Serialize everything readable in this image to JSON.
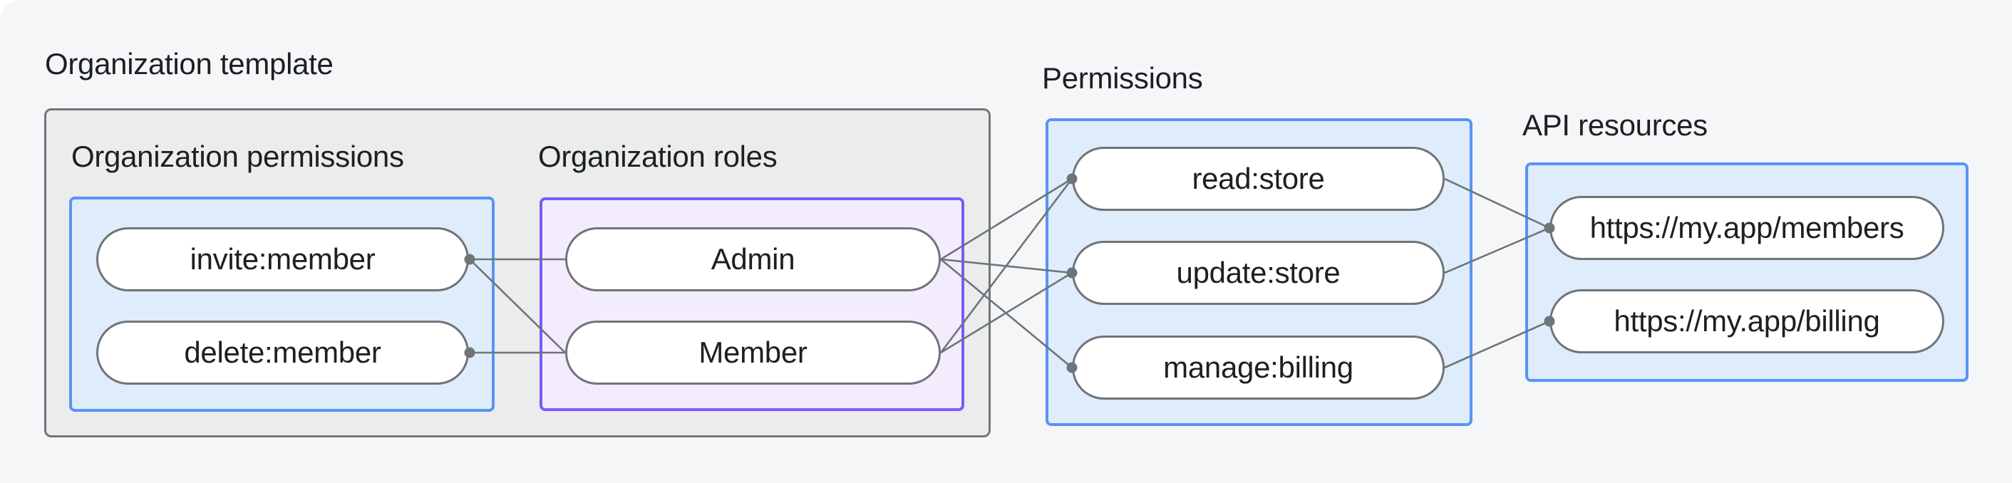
{
  "diagram": {
    "title": "Organization template",
    "sections": {
      "org_permissions": {
        "label": "Organization permissions",
        "items": [
          {
            "id": "invite",
            "label": "invite:member"
          },
          {
            "id": "delete",
            "label": "delete:member"
          }
        ]
      },
      "org_roles": {
        "label": "Organization roles",
        "items": [
          {
            "id": "admin",
            "label": "Admin"
          },
          {
            "id": "member",
            "label": "Member"
          }
        ]
      },
      "permissions": {
        "label": "Permissions",
        "items": [
          {
            "id": "read",
            "label": "read:store"
          },
          {
            "id": "update",
            "label": "update:store"
          },
          {
            "id": "manage",
            "label": "manage:billing"
          }
        ]
      },
      "api_resources": {
        "label": "API resources",
        "items": [
          {
            "id": "members_api",
            "label": "https://my.app/members"
          },
          {
            "id": "billing_api",
            "label": "https://my.app/billing"
          }
        ]
      }
    },
    "edges": [
      {
        "from": "invite",
        "to": "admin"
      },
      {
        "from": "invite",
        "to": "member"
      },
      {
        "from": "delete",
        "to": "member"
      },
      {
        "from": "admin",
        "to": "read"
      },
      {
        "from": "admin",
        "to": "update"
      },
      {
        "from": "admin",
        "to": "manage"
      },
      {
        "from": "member",
        "to": "read"
      },
      {
        "from": "member",
        "to": "update"
      },
      {
        "from": "read",
        "to": "members_api"
      },
      {
        "from": "update",
        "to": "members_api"
      },
      {
        "from": "manage",
        "to": "billing_api"
      }
    ],
    "colors": {
      "page_background": "#f5f6f7",
      "container_fill": "#ebecec",
      "container_border": "#72767b",
      "blue_fill": "#dfecfb",
      "blue_border": "#5893f6",
      "purple_fill": "#f2ecfd",
      "purple_border": "#7a5bf5",
      "node_fill": "#ffffff",
      "node_border": "#6f7478",
      "edge_color": "#6f7478",
      "text_color": "#1c1f23"
    }
  }
}
